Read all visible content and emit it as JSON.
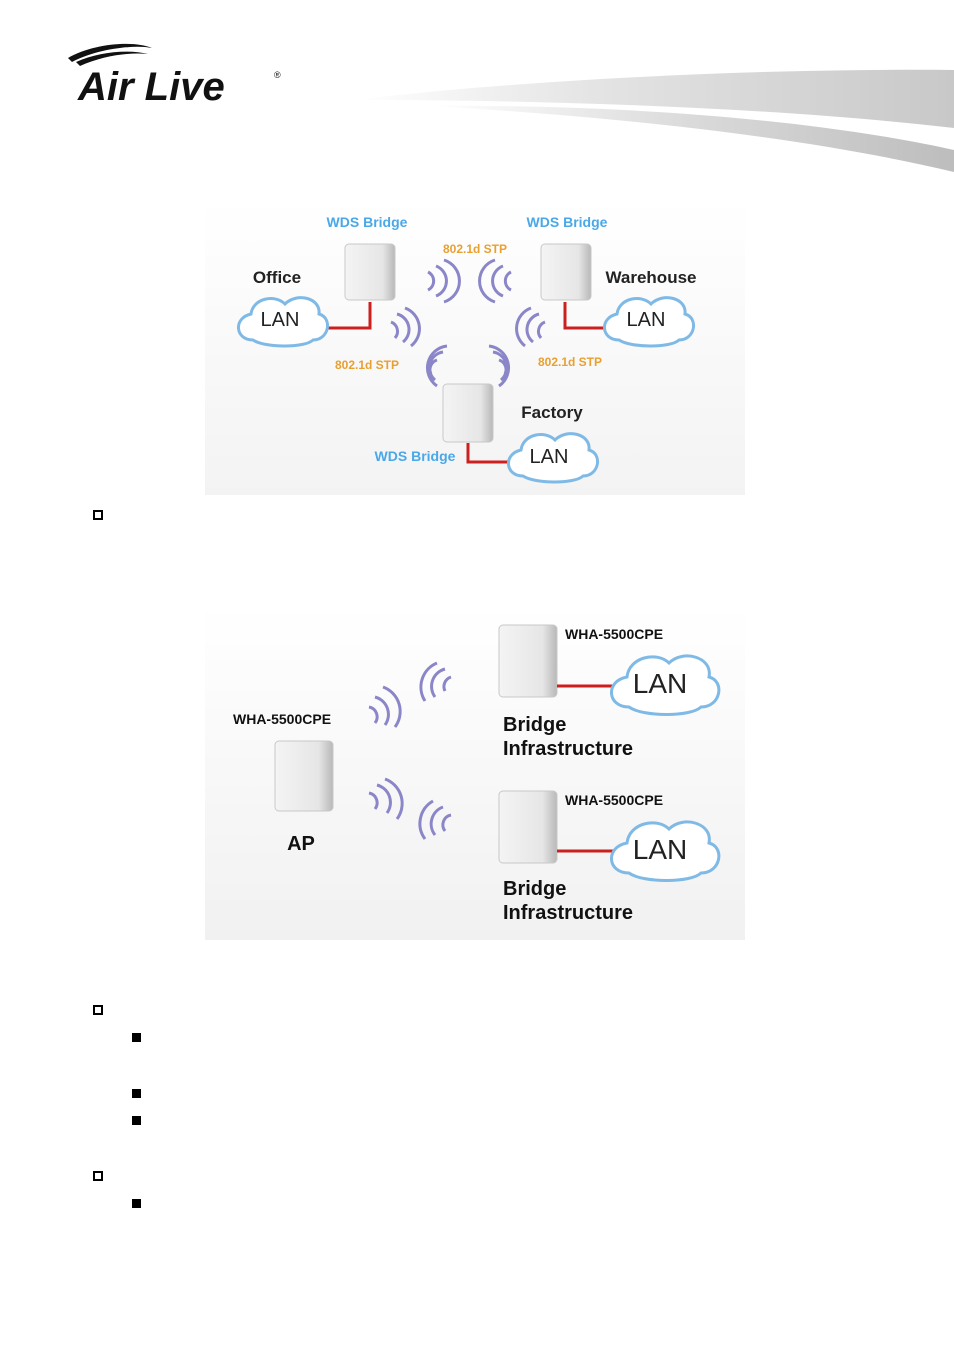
{
  "brand": {
    "logo_text": "Air Live",
    "registered_mark": "®"
  },
  "colors": {
    "label_blue": "#4aa8e8",
    "label_orange": "#e8a030",
    "link_red": "#cc1f1f",
    "wave_purple": "#8a86c8",
    "cloud_blue": "#7fb9e6"
  },
  "diagram1": {
    "top_left_bridge_label": "WDS Bridge",
    "top_right_bridge_label": "WDS Bridge",
    "bottom_bridge_label": "WDS Bridge",
    "stp_top": "802.1d STP",
    "stp_left": "802.1d STP",
    "stp_right": "802.1d STP",
    "site_office": "Office",
    "site_warehouse": "Warehouse",
    "site_factory": "Factory",
    "lan_office": "LAN",
    "lan_warehouse": "LAN",
    "lan_factory": "LAN"
  },
  "diagram2": {
    "ap_model": "WHA-5500CPE",
    "ap_label": "AP",
    "client1_model": "WHA-5500CPE",
    "client1_role_line1": "Bridge",
    "client1_role_line2": "Infrastructure",
    "client1_lan": "LAN",
    "client2_model": "WHA-5500CPE",
    "client2_role_line1": "Bridge",
    "client2_role_line2": "Infrastructure",
    "client2_lan": "LAN"
  }
}
